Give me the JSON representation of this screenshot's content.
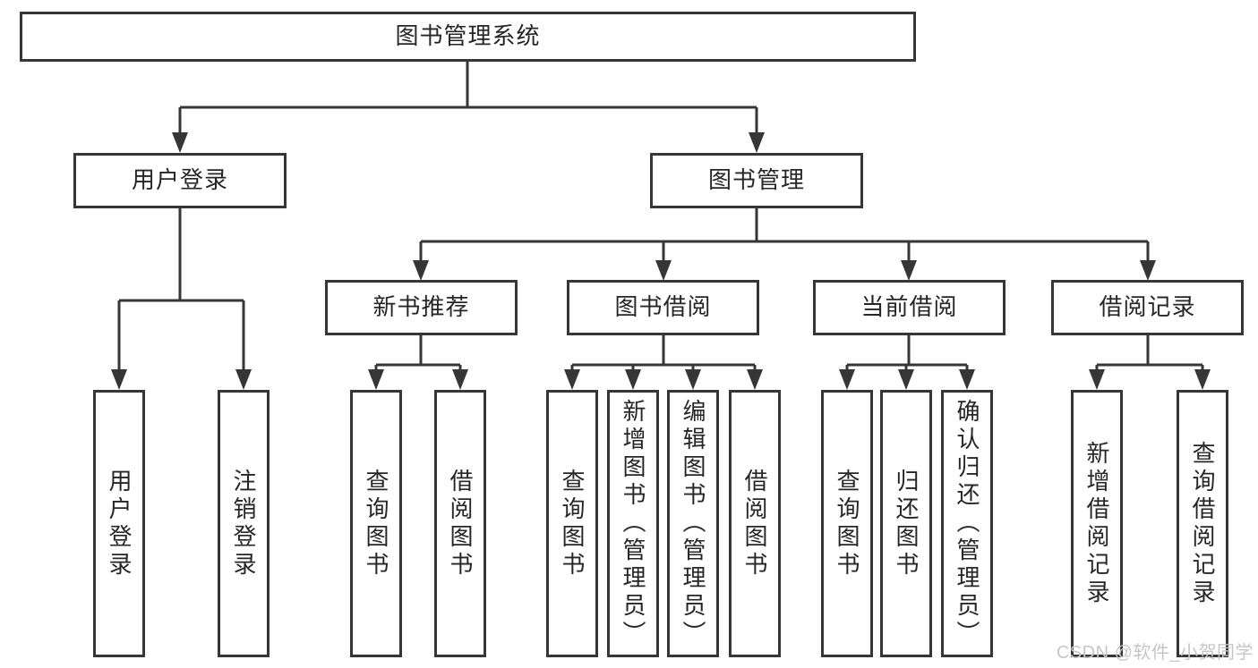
{
  "tree": {
    "label": "图书管理系统",
    "children": [
      {
        "label": "用户登录",
        "children": [
          {
            "label": "用户登录"
          },
          {
            "label": "注销登录"
          }
        ]
      },
      {
        "label": "图书管理",
        "children": [
          {
            "label": "新书推荐",
            "children": [
              {
                "label": "查询图书"
              },
              {
                "label": "借阅图书"
              }
            ]
          },
          {
            "label": "图书借阅",
            "children": [
              {
                "label": "查询图书"
              },
              {
                "label": "新增图书（管理员）"
              },
              {
                "label": "编辑图书（管理员）"
              },
              {
                "label": "借阅图书"
              }
            ]
          },
          {
            "label": "当前借阅",
            "children": [
              {
                "label": "查询图书"
              },
              {
                "label": "归还图书"
              },
              {
                "label": "确认归还（管理员）"
              }
            ]
          },
          {
            "label": "借阅记录",
            "children": [
              {
                "label": "新增借阅记录"
              },
              {
                "label": "查询借阅记录"
              }
            ]
          }
        ]
      }
    ]
  },
  "watermark": {
    "text": "CSDN @软件_小贺同学"
  },
  "colors": {
    "line": "#363636",
    "box_border": "#363636",
    "text": "#262626",
    "background": "#ffffff",
    "watermark": "#c6c6c6"
  }
}
